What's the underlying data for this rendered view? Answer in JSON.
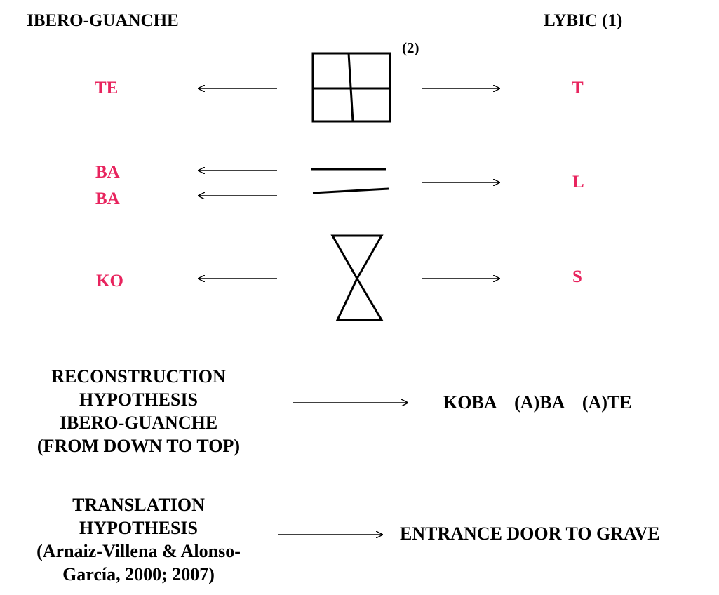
{
  "headers": {
    "left": "IBERO-GUANCHE",
    "right": "LYBIC (1)"
  },
  "note_label": "(2)",
  "rows": [
    {
      "glyph": "square-cross-glyph",
      "ibero": [
        "TE"
      ],
      "lybic": "T"
    },
    {
      "glyph": "double-line-glyph",
      "ibero": [
        "BA",
        "BA"
      ],
      "lybic": "L"
    },
    {
      "glyph": "hourglass-glyph",
      "ibero": [
        "KO"
      ],
      "lybic": "S"
    }
  ],
  "reconstruction": {
    "label_lines": [
      "RECONSTRUCTION",
      "HYPOTHESIS",
      "IBERO-GUANCHE",
      "(FROM DOWN TO TOP)"
    ],
    "result": "KOBA    (A)BA    (A)TE"
  },
  "translation": {
    "label_lines": [
      "TRANSLATION",
      "HYPOTHESIS",
      "(Arnaiz-Villena & Alonso-",
      "García, 2000; 2007)"
    ],
    "result": "ENTRANCE DOOR TO GRAVE"
  },
  "colors": {
    "syllable": "#e8245e",
    "text": "#000000",
    "stroke": "#000000"
  }
}
